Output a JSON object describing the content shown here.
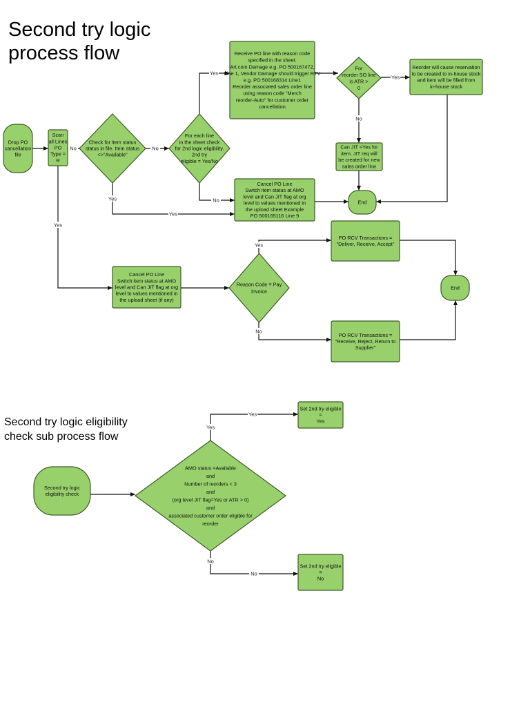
{
  "title": {
    "line1": "Second try logic",
    "line2": "process flow"
  },
  "subtitle": {
    "line1": "Second try logic eligibility",
    "line2": "check sub process flow"
  },
  "colors": {
    "node_fill": "#98d06c",
    "node_stroke": "#3d5a28",
    "edge": "#111111"
  },
  "nodes": {
    "drop": {
      "shape": "terminal",
      "lines": [
        "Drop PO",
        "cancellation",
        "file"
      ]
    },
    "scan": {
      "shape": "process",
      "lines": [
        "Scan",
        "all Lines",
        "PO",
        "Type =",
        "R"
      ]
    },
    "check_status": {
      "shape": "decision",
      "lines": [
        "Check for item status",
        "status in file. Item status",
        "<>\"Available\""
      ]
    },
    "each_line": {
      "shape": "decision",
      "lines": [
        "For each line",
        "in the sheet check",
        "for 2nd logic eligibility.",
        "2nd try",
        "eligible = Yes/No"
      ]
    },
    "receive": {
      "shape": "process",
      "lines": [
        "Receive PO line with reason code",
        "specified in the sheet.",
        "Art.com Damage e.g. PO 500167472,",
        "Line 1, Vendor Damage should trigger RTV",
        "e.g. PO 500168314 Line1",
        "Reorder associated sales order line",
        "using reason code \"Merch",
        "reorder-Auto\" for customer order",
        "cancellation"
      ]
    },
    "atr": {
      "shape": "decision",
      "lines": [
        "For",
        "reorder SO line",
        "is ATR >",
        "0"
      ]
    },
    "reorder": {
      "shape": "process",
      "lines": [
        "Reorder will cause reservation",
        "to be created to in-house stock",
        "and item will be filled from",
        "in-house stock"
      ]
    },
    "can_jit": {
      "shape": "process",
      "lines": [
        "Can JIT =Yes for",
        "item. JIT req will",
        "be created for new",
        "sales order line"
      ]
    },
    "end1": {
      "shape": "terminal",
      "lines": [
        "End"
      ]
    },
    "cancel1": {
      "shape": "process",
      "lines": [
        "Cancel PO Line",
        "Switch item status at AMO",
        "level and Can JIT flag at org",
        "level to values mentioned in",
        "the upload sheet      Example",
        "PO 500165116 Line 9"
      ]
    },
    "cancel2": {
      "shape": "process",
      "lines": [
        "Cancel PO Line",
        "Switch item status at AMO",
        "level and Can JIT flag at org",
        "level to values mentioned in",
        "the upload sheet (if any)"
      ]
    },
    "reason": {
      "shape": "decision",
      "lines": [
        "Reason Code = Pay",
        "Invoice"
      ]
    },
    "rcv1": {
      "shape": "process",
      "lines": [
        "PO RCV Transactions =",
        "\"Deliver, Receive, Accept\""
      ]
    },
    "rcv2": {
      "shape": "process",
      "lines": [
        "PO RCV Transactions =",
        "\"Receive, Reject, Return to",
        "Supplier\""
      ]
    },
    "end2": {
      "shape": "terminal",
      "lines": [
        "End"
      ]
    },
    "sub_start": {
      "shape": "terminal",
      "lines": [
        "Second try logic",
        "eligibility check"
      ]
    },
    "sub_check": {
      "shape": "decision",
      "lines": [
        "AMO status =Available",
        "and",
        "Number of reorders < 3",
        "and",
        "(org level JIT flag=Yes or ATR > 0)",
        "and",
        "associated customer order eligible for",
        "reorder"
      ]
    },
    "set_yes": {
      "shape": "process",
      "lines": [
        "Set 2nd try eligible",
        "=",
        "Yes"
      ]
    },
    "set_no": {
      "shape": "process",
      "lines": [
        "Set 2nd try eligible",
        "=",
        "No"
      ]
    }
  },
  "edges": [
    {
      "from": "drop",
      "to": "scan",
      "label": ""
    },
    {
      "from": "scan",
      "to": "check_status",
      "label": "No"
    },
    {
      "from": "scan",
      "to": "cancel2",
      "label": "Yes"
    },
    {
      "from": "check_status",
      "to": "each_line",
      "label": "No"
    },
    {
      "from": "check_status",
      "to": "cancel1",
      "label": "Yes",
      "label2": "Yes"
    },
    {
      "from": "each_line",
      "to": "receive",
      "label": "Yes"
    },
    {
      "from": "each_line",
      "to": "cancel1",
      "label": "No"
    },
    {
      "from": "receive",
      "to": "atr",
      "label": ""
    },
    {
      "from": "atr",
      "to": "reorder",
      "label": "Yes"
    },
    {
      "from": "atr",
      "to": "can_jit",
      "label": "No"
    },
    {
      "from": "can_jit",
      "to": "end1",
      "label": ""
    },
    {
      "from": "cancel1",
      "to": "end1",
      "label": ""
    },
    {
      "from": "reorder",
      "to": "end1",
      "label": ""
    },
    {
      "from": "cancel2",
      "to": "reason",
      "label": ""
    },
    {
      "from": "reason",
      "to": "rcv1",
      "label": "Yes"
    },
    {
      "from": "reason",
      "to": "rcv2",
      "label": "No"
    },
    {
      "from": "rcv1",
      "to": "end2",
      "label": ""
    },
    {
      "from": "rcv2",
      "to": "end2",
      "label": ""
    },
    {
      "from": "sub_start",
      "to": "sub_check",
      "label": ""
    },
    {
      "from": "sub_check",
      "to": "set_yes",
      "label": "Yes",
      "label2": "Yes"
    },
    {
      "from": "sub_check",
      "to": "set_no",
      "label": "No",
      "label2": "No"
    }
  ]
}
